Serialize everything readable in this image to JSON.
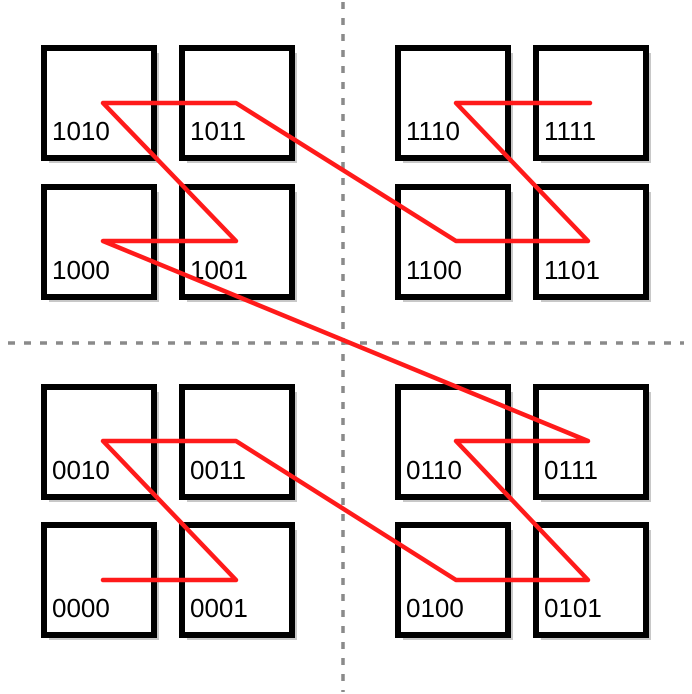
{
  "colors": {
    "background": "#ffffff",
    "cell_border": "#000000",
    "curve": "#ff1a1a",
    "divider": "#8a8a8a"
  },
  "cells": [
    {
      "label": "1010"
    },
    {
      "label": "1011"
    },
    {
      "label": "1110"
    },
    {
      "label": "1111"
    },
    {
      "label": "1000"
    },
    {
      "label": "1001"
    },
    {
      "label": "1100"
    },
    {
      "label": "1101"
    },
    {
      "label": "0010"
    },
    {
      "label": "0011"
    },
    {
      "label": "0110"
    },
    {
      "label": "0111"
    },
    {
      "label": "0000"
    },
    {
      "label": "0001"
    },
    {
      "label": "0100"
    },
    {
      "label": "0101"
    }
  ],
  "curve_order": [
    "0000",
    "0001",
    "0010",
    "0011",
    "0100",
    "0101",
    "0110",
    "0111",
    "1000",
    "1001",
    "1010",
    "1011",
    "1100",
    "1101",
    "1110",
    "1111"
  ]
}
